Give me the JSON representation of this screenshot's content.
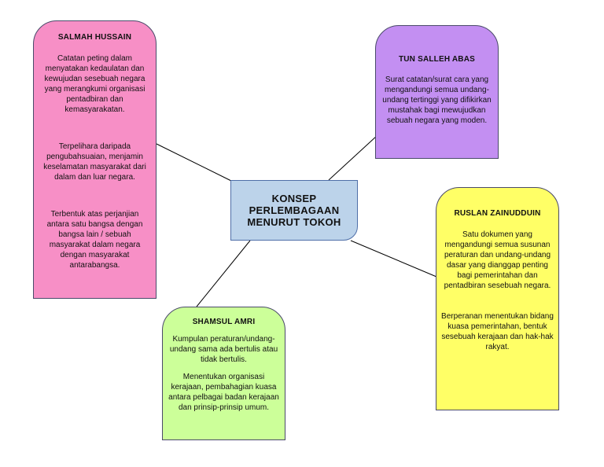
{
  "center": {
    "lines": [
      "KONSEP",
      "PERLEMBAGAAN",
      "MENURUT TOKOH"
    ],
    "fill": "#bcd3ea"
  },
  "nodes": {
    "salmah": {
      "title": "SALMAH HUSSAIN",
      "fill": "#f78fc6",
      "paragraphs": [
        "Catatan peting dalam menyatakan kedaulatan dan kewujudan sesebuah negara yang merangkumi organisasi pentadbiran dan kemasyarakatan.",
        "Terpelihara daripada pengubahsuaian, menjamin keselamatan masyarakat dari dalam dan luar negara.",
        "Terbentuk atas perjanjian antara satu bangsa dengan bangsa lain / sebuah masyarakat dalam negara dengan masyarakat antarabangsa."
      ]
    },
    "tun": {
      "title": "TUN SALLEH ABAS",
      "fill": "#c38ff2",
      "paragraphs": [
        "Surat catatan/surat cara yang mengandungi semua undang-undang tertinggi yang difikirkan mustahak bagi mewujudkan sebuah negara yang moden."
      ]
    },
    "ruslan": {
      "title": "RUSLAN ZAINUDDUIN",
      "fill": "#ffff66",
      "paragraphs": [
        "Satu dokumen yang mengandungi semua susunan peraturan dan undang-undang dasar yang dianggap penting bagi pemerintahan dan pentadbiran sesebuah negara.",
        "Berperanan menentukan bidang kuasa pemerintahan, bentuk sesebuah kerajaan dan hak-hak rakyat."
      ]
    },
    "shamsul": {
      "title": "SHAMSUL AMRI",
      "fill": "#ccff99",
      "paragraphs": [
        "Kumpulan peraturan/undang-undang sama ada bertulis atau tidak bertulis.",
        "Menentukan organisasi kerajaan, pembahagian kuasa antara pelbagai badan kerajaan dan prinsip-prinsip umum."
      ]
    }
  },
  "colors": {
    "connector": "#000000",
    "border": "#4a4a6a"
  }
}
